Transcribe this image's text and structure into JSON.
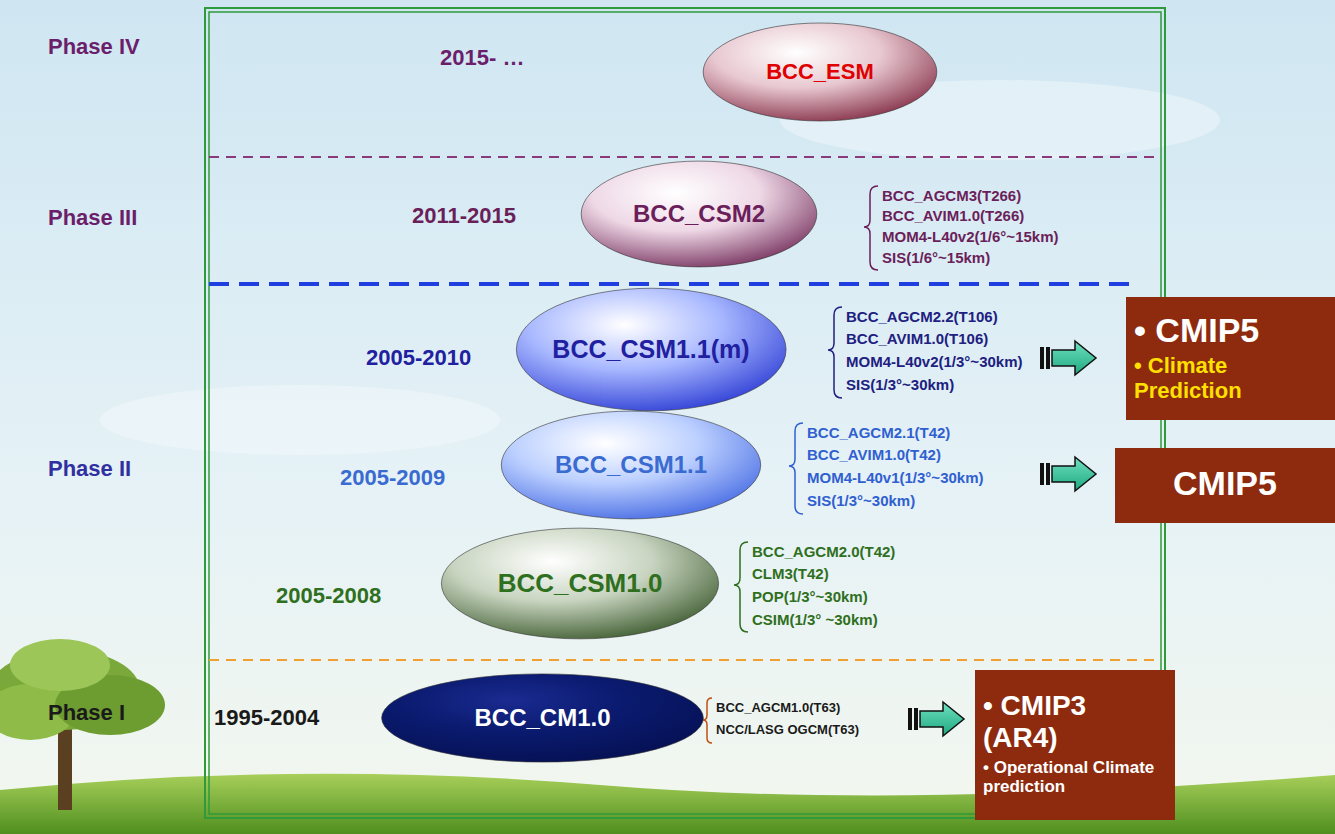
{
  "diagram": {
    "nodes": [
      {
        "text": [
          "BCC_ESM"
        ]
      },
      {
        "text": [
          "BCC_CSM2"
        ]
      },
      {
        "text": [
          "BCC_CSM1.1(m)"
        ]
      },
      {
        "text": [
          "• CMIP5",
          "• Climate Prediction"
        ]
      },
      {
        "text": [
          "BCC_CSM1.1"
        ]
      },
      {
        "text": [
          "CMIP5"
        ]
      },
      {
        "text": [
          "BCC_CSM1.0"
        ]
      },
      {
        "text": [
          "BCC_CM1.0"
        ]
      },
      {
        "text": [
          "• CMIP3 (AR4)",
          "• Operational Climate prediction"
        ]
      }
    ],
    "labels": [
      "Phase IV",
      "Phase III",
      "Phase II",
      "Phase I",
      "2015- …",
      "2011-2015",
      "2005-2010",
      "2005-2009",
      "2005-2008",
      "1995-2004",
      "BCC_AGCM3(T266)",
      "BCC_AVIM1.0(T266)",
      "MOM4-L40v2(1/6°~15km)",
      "SIS(1/6°~15km)",
      "BCC_AGCM2.2(T106)",
      "BCC_AVIM1.0(T106)",
      "MOM4-L40v2(1/3°~30km)",
      "SIS(1/3°~30km)",
      "BCC_AGCM2.1(T42)",
      "BCC_AVIM1.0(T42)",
      "MOM4-L40v1(1/3°~30km)",
      "SIS(1/3°~30km)",
      "BCC_AGCM2.0(T42)",
      "CLM3(T42)",
      "POP(1/3°~30km)",
      "CSIM(1/3°  ~30km)",
      "BCC_AGCM1.0(T63)",
      "NCC/LASG OGCM(T63)"
    ]
  }
}
